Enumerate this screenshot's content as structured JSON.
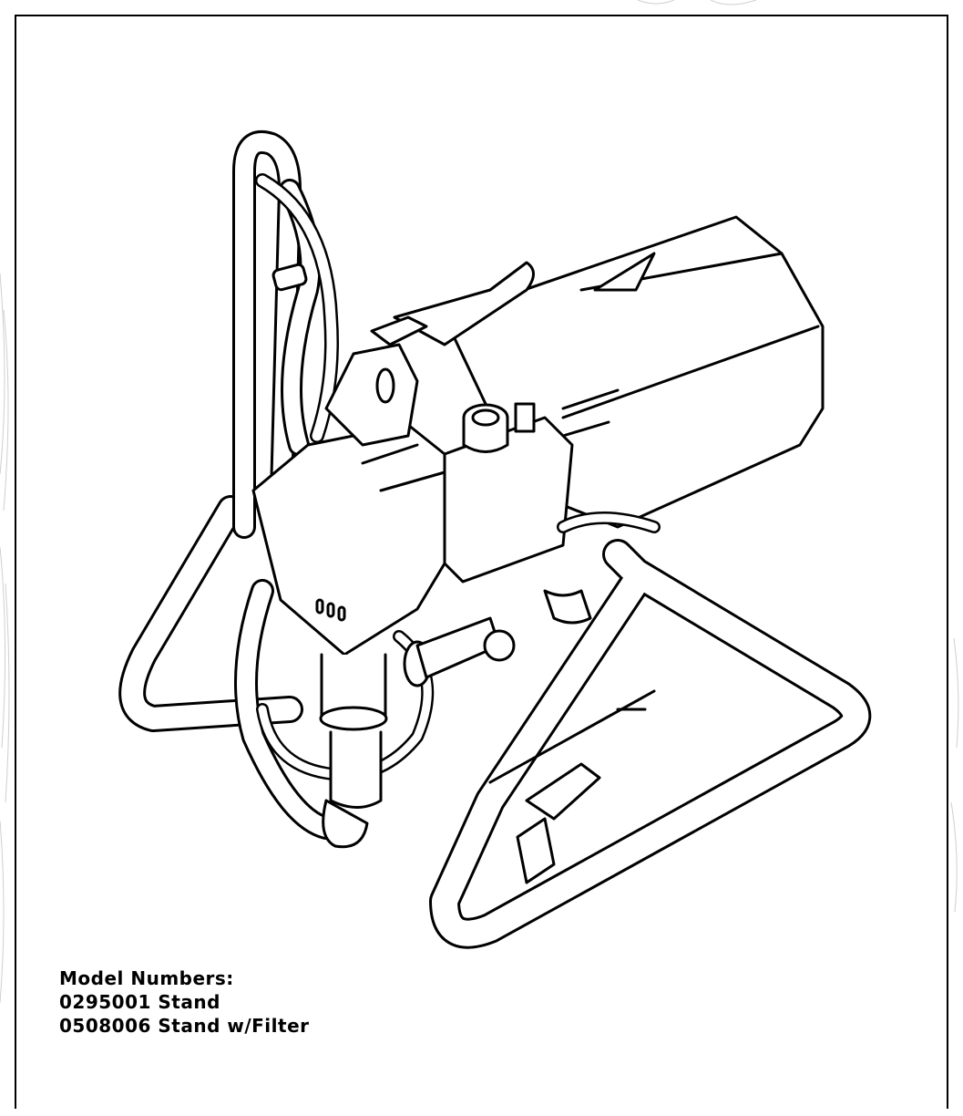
{
  "document": {
    "model_heading": "Model Numbers:",
    "models": [
      "0295001 Stand",
      "0508006 Stand w/Filter"
    ]
  },
  "colors": {
    "ink": "#000000",
    "paper": "#ffffff"
  }
}
